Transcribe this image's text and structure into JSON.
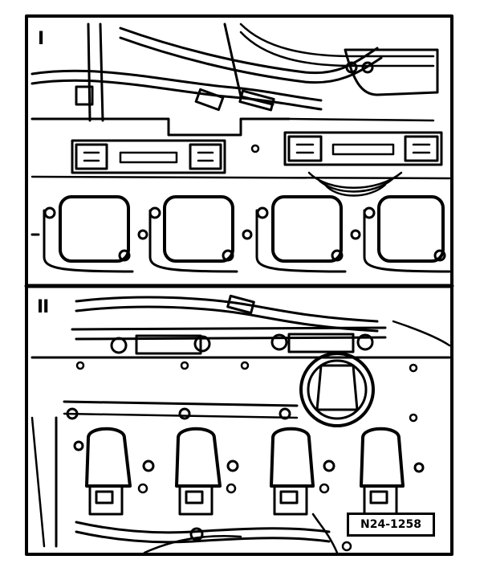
{
  "panels": [
    {
      "label": "I"
    },
    {
      "label": "II"
    }
  ],
  "reference_code": "N24-1258",
  "colors": {
    "line": "#000000",
    "background": "#ffffff"
  }
}
